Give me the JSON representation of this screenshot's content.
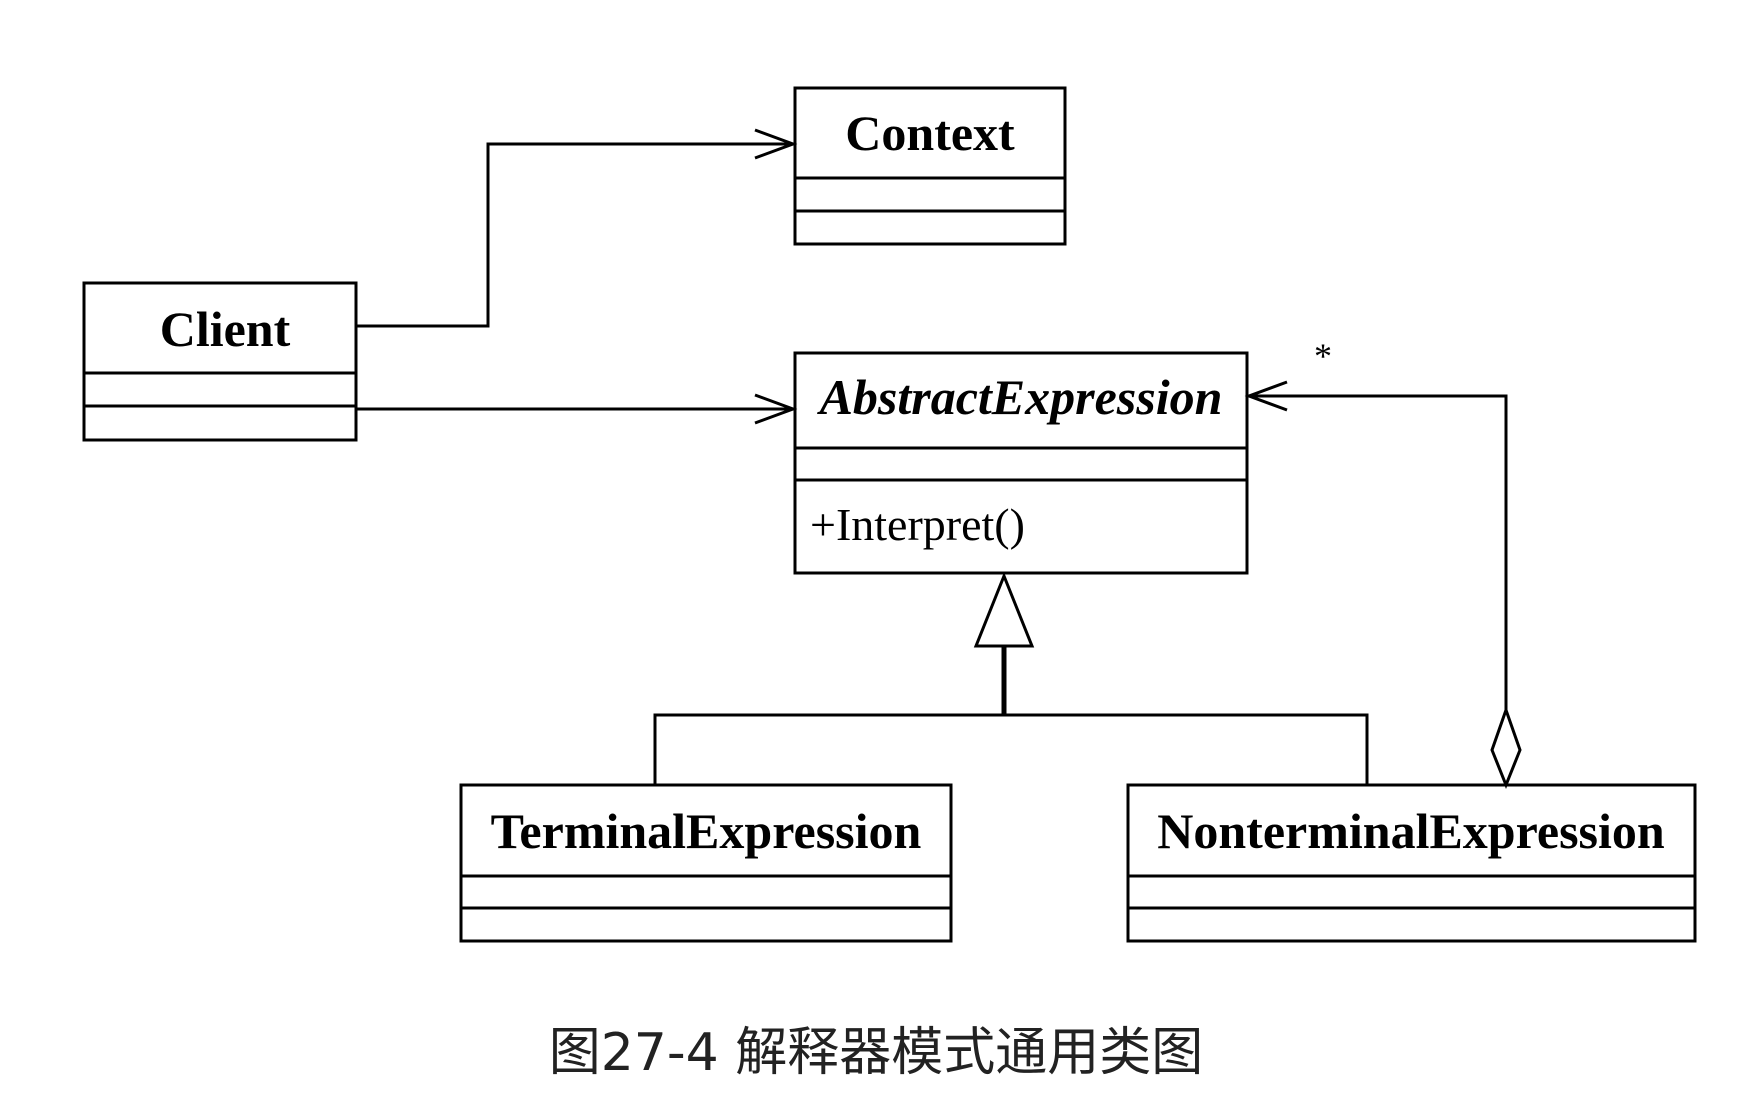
{
  "classes": {
    "context": {
      "name": "Context"
    },
    "client": {
      "name": "Client"
    },
    "abstract_expression": {
      "name": "AbstractExpression",
      "operations": [
        "+Interpret()"
      ]
    },
    "terminal_expression": {
      "name": "TerminalExpression"
    },
    "nonterminal_expression": {
      "name": "NonterminalExpression"
    }
  },
  "relations": {
    "aggregation_multiplicity": "*"
  },
  "caption": "图27-4 解释器模式通用类图"
}
